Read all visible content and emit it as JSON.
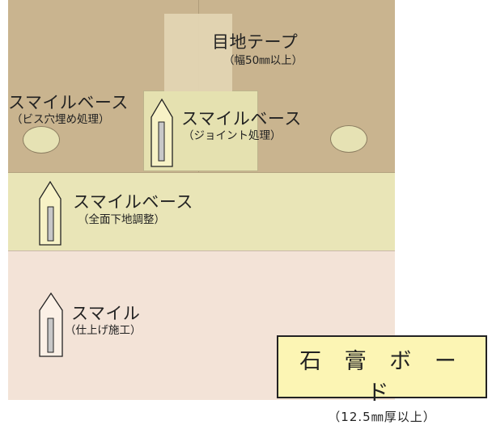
{
  "tape_label": "目地テープ",
  "tape_note": "（幅50㎜以上）",
  "base_pit_label": "スマイルベース",
  "base_pit_note": "（ビス穴埋め処理）",
  "base_joint_label": "スマイルベース",
  "base_joint_note": "（ジョイント処理）",
  "base_full_label": "スマイルベース",
  "base_full_note": "（全面下地調整）",
  "finish_label": "スマイル",
  "finish_note": "（仕上げ施工）",
  "legend_title": "石 膏 ボ ー ド",
  "legend_note": "（12.5㎜厚以上）",
  "colors": {
    "gypsum_board": "#c9b48f",
    "full_base_layer": "#e9e5b7",
    "finish_layer": "#f3e3d7",
    "legend_bg": "#fcf5b4"
  }
}
